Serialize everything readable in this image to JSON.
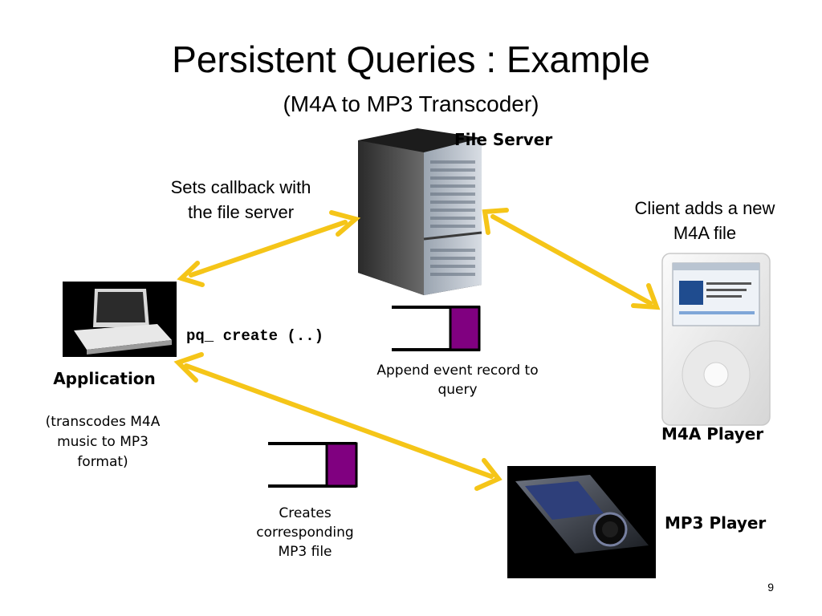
{
  "slide": {
    "title": "Persistent Queries : Example",
    "subtitle": "(M4A to MP3 Transcoder)",
    "page_number": "9"
  },
  "nodes": {
    "file_server": {
      "label": "File Server",
      "icon": "server-tower-icon"
    },
    "application": {
      "label": "Application",
      "description": "(transcodes M4A music to MP3 format)",
      "icon": "laptop-icon"
    },
    "m4a_player": {
      "label": "M4A Player",
      "icon": "ipod-icon"
    },
    "mp3_player": {
      "label": "MP3 Player",
      "icon": "mp3-player-icon"
    }
  },
  "annotations": {
    "sets_callback": "Sets callback with the file server",
    "client_adds": "Client adds a new M4A file",
    "pq_create": "pq_ create (..)",
    "append_event": "Append event record to query",
    "creates_mp3": "Creates corresponding MP3 file"
  },
  "colors": {
    "arrow": "#f5c518",
    "queue_fill": "#800080",
    "queue_border": "#000000"
  }
}
